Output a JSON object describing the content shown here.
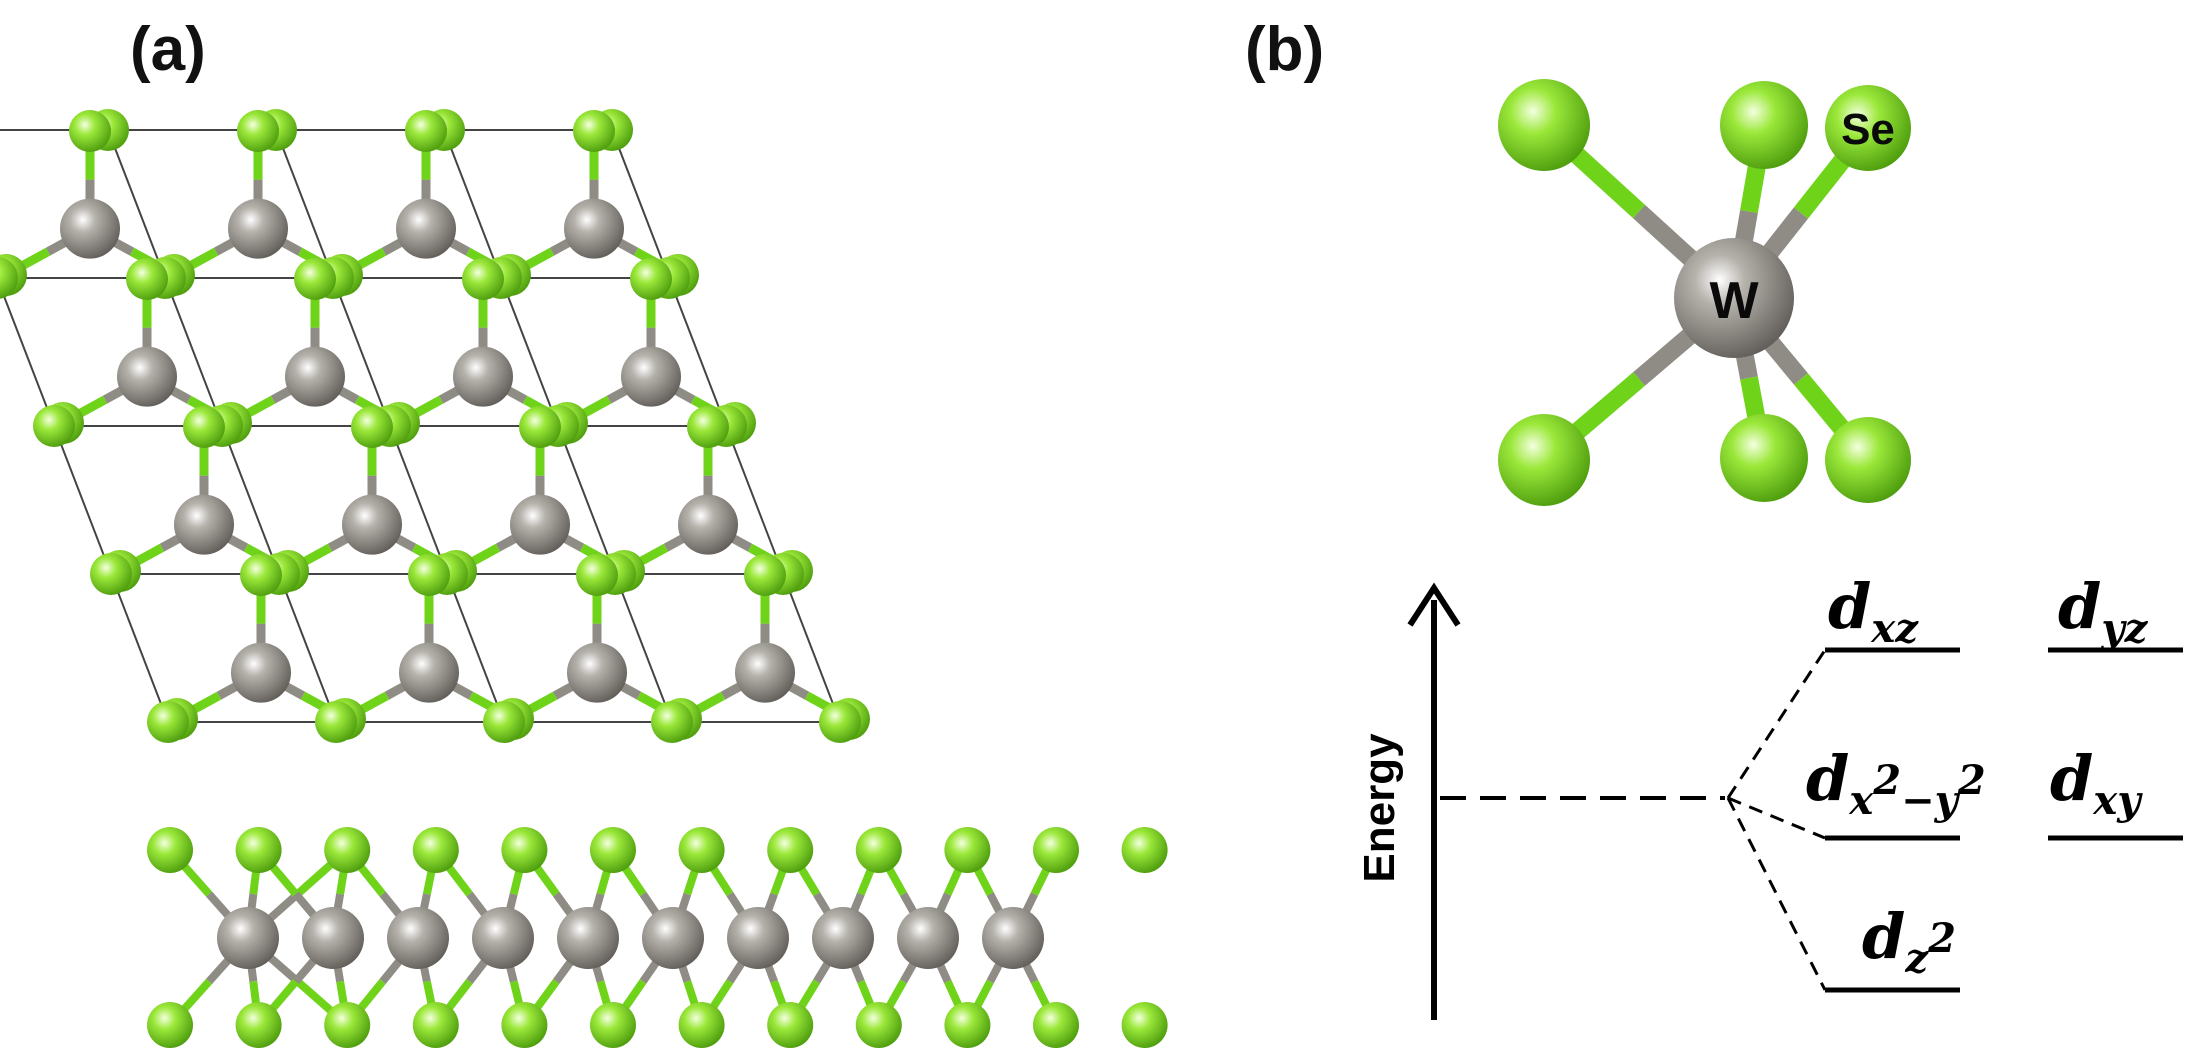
{
  "panels": {
    "a": {
      "label": "(a)"
    },
    "b": {
      "label": "(b)"
    }
  },
  "colors": {
    "selenium": "#7ed321",
    "tungsten": "#8d8982",
    "bond_gray": "#8f8b85",
    "bond_green": "#6fd31a",
    "cell_line": "#444444",
    "level_line": "#000000"
  },
  "structure": {
    "element_symbols": [
      "W",
      "Se"
    ],
    "supercell": "4x4",
    "views": [
      "top",
      "side"
    ]
  },
  "octahedron": {
    "metal_label": "W",
    "ligand_label": "Se"
  },
  "energy_diagram": {
    "axis_label": "Energy",
    "levels": [
      {
        "id": "dxz",
        "main": "d",
        "sub": "xz",
        "rank": 3
      },
      {
        "id": "dyz",
        "main": "d",
        "sub": "yz",
        "rank": 3
      },
      {
        "id": "dx2y2",
        "main": "d",
        "sub_parts": [
          "x",
          "2",
          "−y",
          "2"
        ],
        "rank": 2
      },
      {
        "id": "dxy",
        "main": "d",
        "sub": "xy",
        "rank": 2
      },
      {
        "id": "dz2",
        "main": "d",
        "sub_parts": [
          "z",
          "2"
        ],
        "rank": 1
      }
    ]
  }
}
